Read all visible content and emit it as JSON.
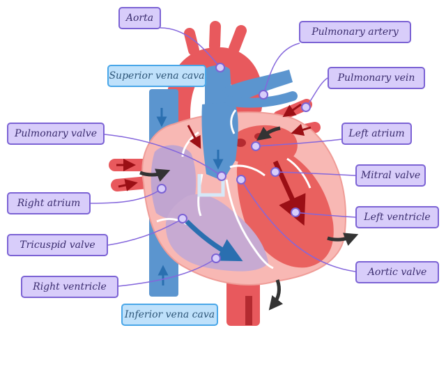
{
  "labels": {
    "aorta": "Aorta",
    "pulmonary_artery": "Pulmonary artery",
    "superior_vena_cava": "Superior vena cava",
    "pulmonary_vein": "Pulmonary vein",
    "pulmonary_valve": "Pulmonary valve",
    "left_atrium": "Left atrium",
    "mitral_valve": "Mitral valve",
    "right_atrium": "Right atrium",
    "left_ventricle": "Left ventricle",
    "tricuspid_valve": "Tricuspid valve",
    "aortic_valve": "Aortic valve",
    "right_ventricle": "Right ventricle",
    "inferior_vena_cava": "Inferior vena cava"
  },
  "colors": {
    "label_fill": "#d8cdfa",
    "label_border": "#7b62d4",
    "vena_cava_label_fill": "#bfe1fb",
    "vena_cava_label_border": "#48a6e8",
    "oxygenated_red": "#e8595d",
    "deoxygenated_blue": "#5b95cf",
    "heart_wall": "#f7b8b4",
    "arrow_dark_red": "#9b0f15",
    "arrow_dark": "#333333"
  }
}
